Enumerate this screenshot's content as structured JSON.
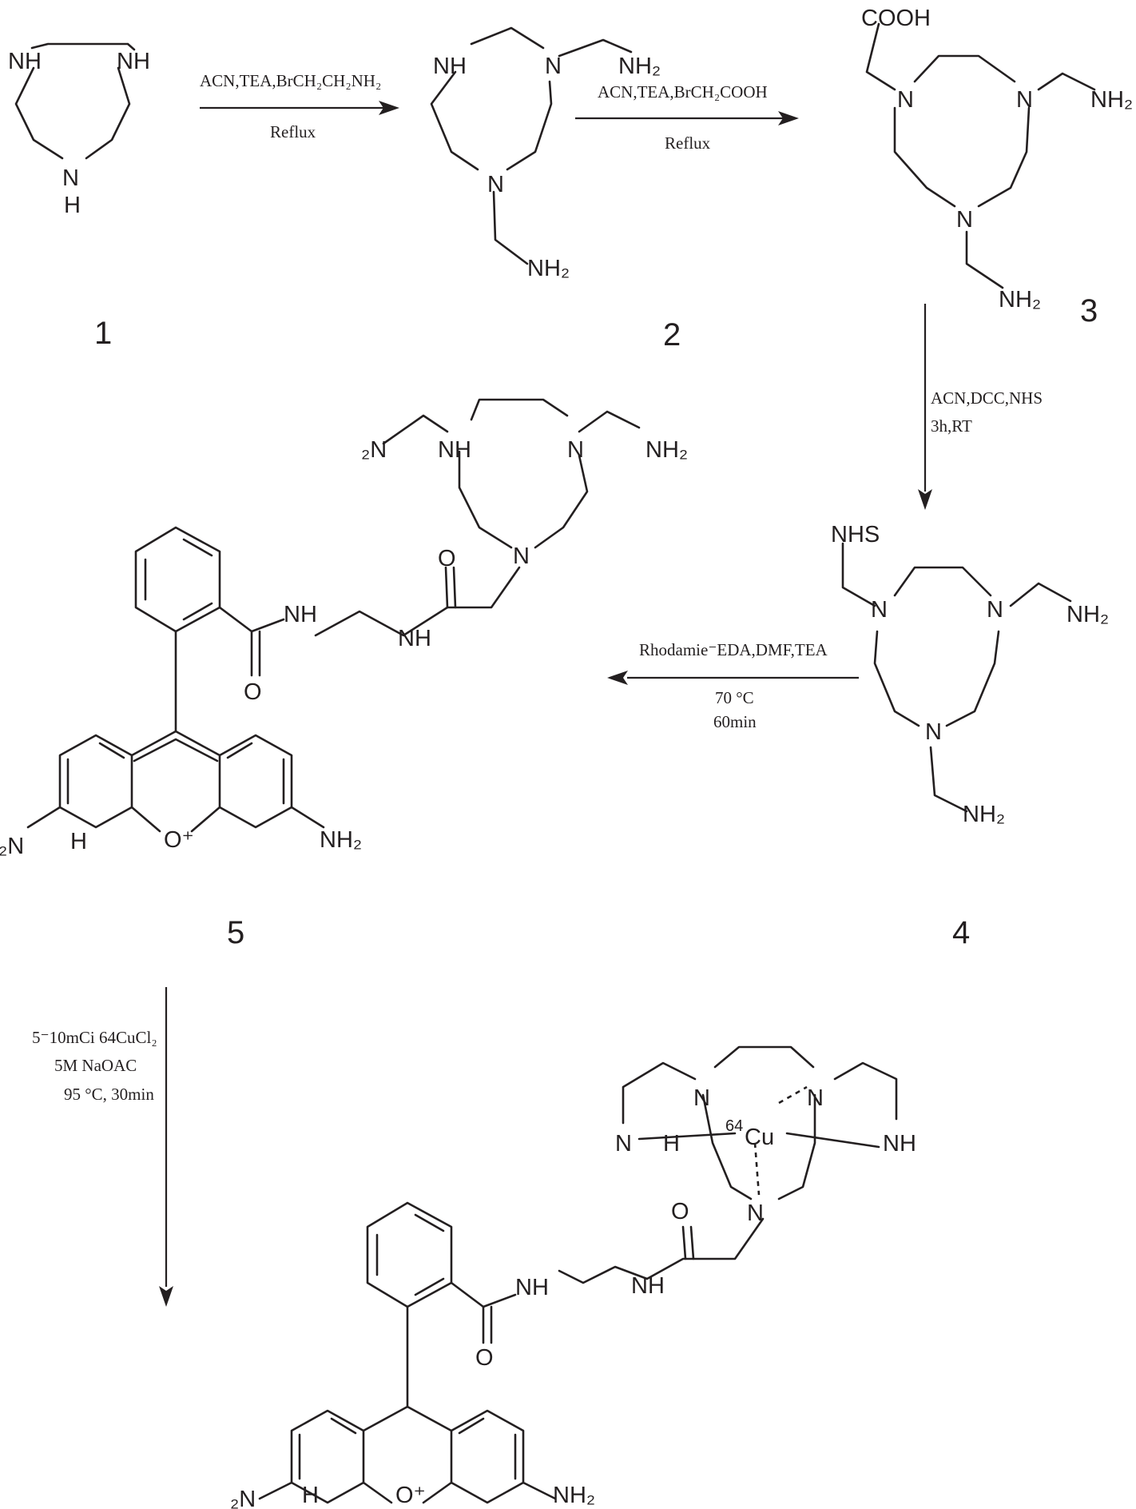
{
  "labels": {
    "nh": "NH",
    "n": "N",
    "h": "H",
    "nh2": "NH₂",
    "n2": "₂N",
    "cooh": "COOH",
    "o": "O",
    "o_plus": "O⁺",
    "nhs": "NHS",
    "cu": "Cu",
    "cu_iso": "64"
  },
  "compounds": [
    "1",
    "2",
    "3",
    "4",
    "5"
  ],
  "conditions": {
    "step1_top": "ACN,TEA,BrCH₂CH₂NH₂",
    "step1_bottom": "Reflux",
    "step2_top": "ACN,TEA,BrCH₂COOH",
    "step2_bottom": "Reflux",
    "step3_line1": "ACN,DCC,NHS",
    "step3_line2": "3h,RT",
    "step4_top": "Rhodamie⁻EDA,DMF,TEA",
    "step4_line2": "70 °C",
    "step4_line3": "60min",
    "step5_line1": "5⁻10mCi 64CuCl₂",
    "step5_line2": "5M NaOAC",
    "step5_line3": "95 °C, 30min"
  }
}
